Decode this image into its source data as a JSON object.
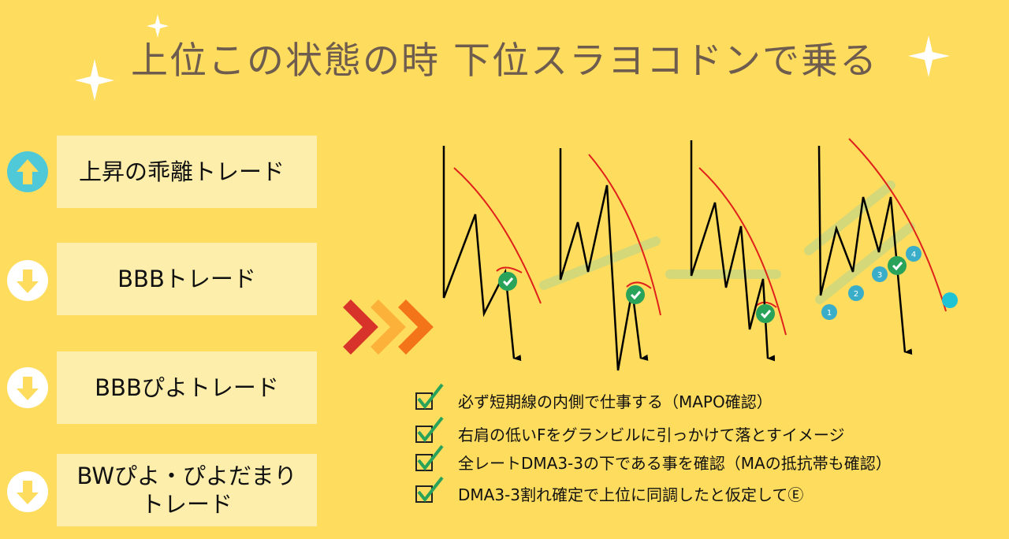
{
  "title": "上位この状態の時 下位スラヨコドンで乗る",
  "trade_types": [
    {
      "label": "上昇の乖離トレード",
      "direction": "up"
    },
    {
      "label": "BBBトレード",
      "direction": "down"
    },
    {
      "label": "BBBぴよトレード",
      "direction": "down"
    },
    {
      "label": "BWぴよ・ぴよだまり\nトレード",
      "direction": "down"
    }
  ],
  "checklist": [
    "必ず短期線の内側で仕事する（MAPO確認）",
    "右肩の低いFをグランビルに引っかけて落とすイメージ",
    "全レートDMA3-3の下である事を確認（MAの抵抗帯も確認）",
    "DMA3-3割れ確定で上位に同調したと仮定してⒺ"
  ],
  "pattern4_markers": [
    "1",
    "2",
    "3",
    "4"
  ],
  "colors": {
    "background": "#fedc5e",
    "card": "#fdeeac",
    "up_icon": "#4fc8d8",
    "ma_line": "#e0201a",
    "check": "#2aa35a"
  }
}
